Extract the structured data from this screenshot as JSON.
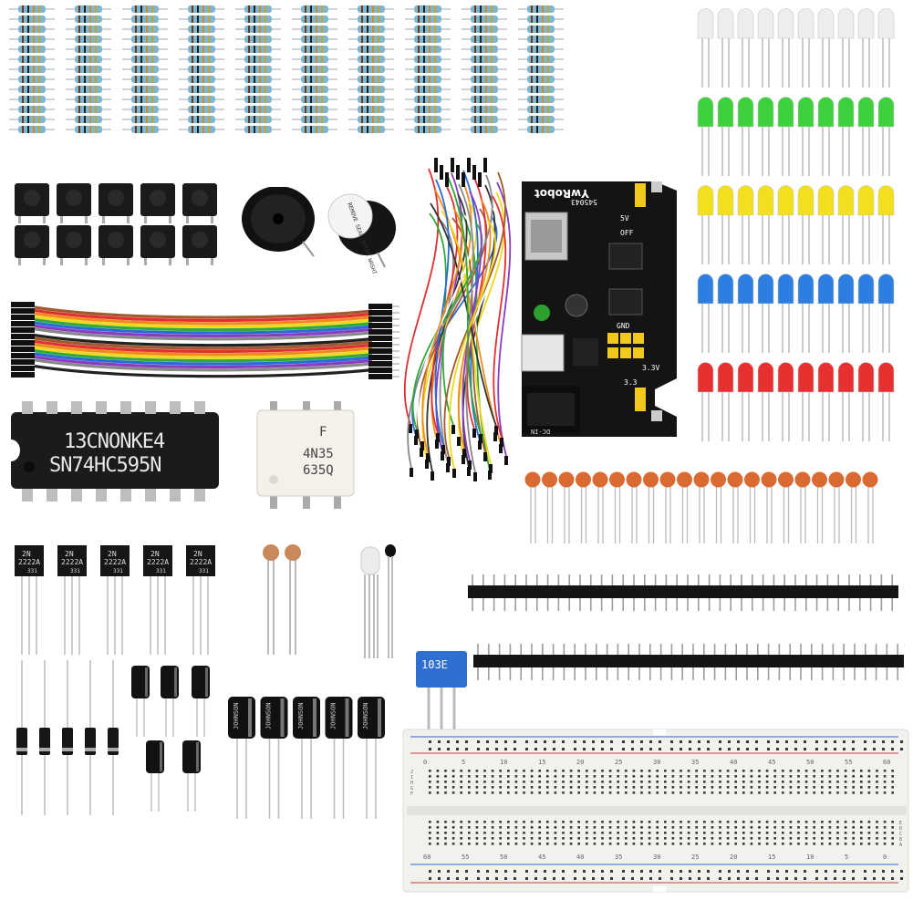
{
  "image": {
    "kind": "electronics starter kit product photo",
    "background": "#ffffff"
  },
  "labels": {
    "shift_register_line1": "13CNONKE4",
    "shift_register_line2": "SN74HC595N",
    "optocoupler_line1": "4N35",
    "optocoupler_line2": "635Q",
    "transistor_line1": "2N",
    "transistor_line2": "2222A",
    "transistor_line3": "331",
    "power_module_brand": "YwRobot",
    "power_module_code": "545043",
    "power_module_5v": "5V",
    "power_module_off": "OFF",
    "power_module_33": "3.3",
    "power_module_gnd": "GND",
    "power_module_33v": "3.3V",
    "power_module_dc": "DC-IN",
    "buzzer_text": "REMOVE SEAL AFTER WASHING",
    "capacitor_brand": "JOHNSON",
    "potentiometer_text": "103E",
    "breadboard_numbers_top": [
      "0",
      "5",
      "10",
      "15",
      "20",
      "25",
      "30",
      "35",
      "40",
      "45",
      "50",
      "55",
      "60"
    ],
    "breadboard_numbers_bottom": [
      "60",
      "55",
      "50",
      "45",
      "40",
      "35",
      "30",
      "25",
      "20",
      "15",
      "10",
      "5",
      "0"
    ],
    "breadboard_row_letters_top": [
      "J",
      "I",
      "H",
      "G",
      "F"
    ],
    "breadboard_row_letters_bottom": [
      "E",
      "D",
      "C",
      "B",
      "A"
    ]
  },
  "colors": {
    "resistor_body": "#7fb6d0",
    "led_clear": "#eeeeee",
    "led_green": "#3ed13e",
    "led_yellow": "#f2e01f",
    "led_blue": "#2c7fe0",
    "led_red": "#e83030",
    "ceramic_cap": "#d86a32",
    "pcb_black": "#161616",
    "breadboard": "#f1f1ee",
    "rail_red": "#d9363e",
    "rail_blue": "#2f69c9"
  },
  "ribbon_colors": [
    "#a05a2c",
    "#e03030",
    "#f08a1c",
    "#f0d81c",
    "#30a83a",
    "#2b6bd6",
    "#8a3bc0",
    "#888888",
    "#ffffff",
    "#222222"
  ],
  "icons": [
    "resistor-icon",
    "led-icon",
    "capacitor-icon",
    "transistor-icon",
    "diode-icon",
    "push-button-icon",
    "buzzer-icon"
  ]
}
